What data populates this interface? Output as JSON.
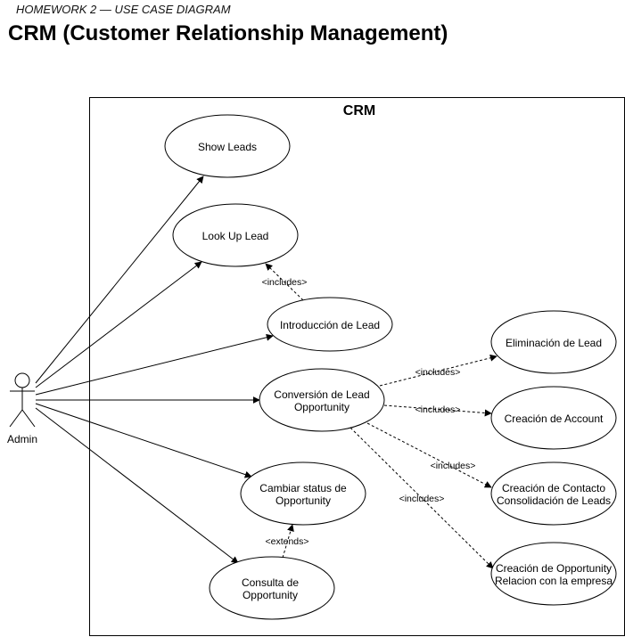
{
  "header": {
    "subtitle": "HOMEWORK 2  — USE CASE DIAGRAM",
    "title": "CRM (Customer Relationship Management)"
  },
  "system": {
    "name": "CRM"
  },
  "actor": {
    "name": "Admin"
  },
  "use_cases": {
    "show_leads": [
      "Show Leads"
    ],
    "look_up_lead": [
      "Look Up Lead"
    ],
    "introduccion_lead": [
      "Introducción de Lead"
    ],
    "conversion_lead": [
      "Conversión de Lead",
      "Opportunity"
    ],
    "cambiar_status": [
      "Cambiar status de",
      "Opportunity"
    ],
    "consulta_opportunity": [
      "Consulta de",
      "Opportunity"
    ],
    "eliminacion_lead": [
      "Eliminación de Lead"
    ],
    "creacion_account": [
      "Creación de Account"
    ],
    "creacion_contacto": [
      "Creación de Contacto",
      "Consolidación de Leads"
    ],
    "creacion_opportunity": [
      "Creación de Opportunity",
      "Relacion con la empresa"
    ]
  },
  "relations": {
    "includes": "<includes>",
    "extends": "<extends>"
  }
}
